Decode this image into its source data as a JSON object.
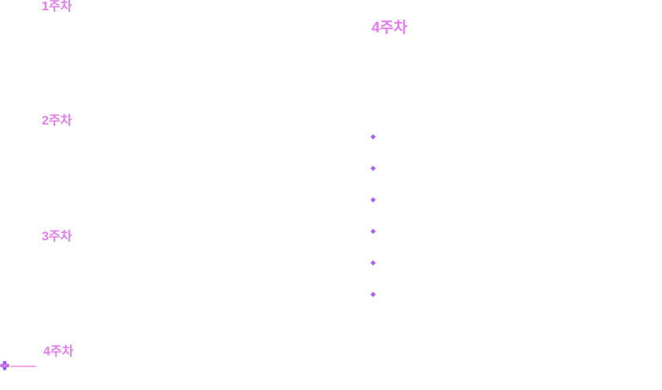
{
  "colors": {
    "page_bg": "#ffffff",
    "heading": "#e57bf0",
    "bullet": "#a965ee",
    "line": "#f2a3ea",
    "sparkle_petal": "#8a5cf0",
    "sparkle_petal_alt": "#c06ae8",
    "sparkle_center": "#ef82f0"
  },
  "headings": {
    "week1": {
      "label": "1주차"
    },
    "week4_top": {
      "label": "4주차"
    },
    "week2": {
      "label": "2주차"
    },
    "week3": {
      "label": "3주차"
    },
    "week4_bottom": {
      "label": "4주차"
    }
  },
  "bullet_list": {
    "glyph": "◆",
    "count": 6
  }
}
